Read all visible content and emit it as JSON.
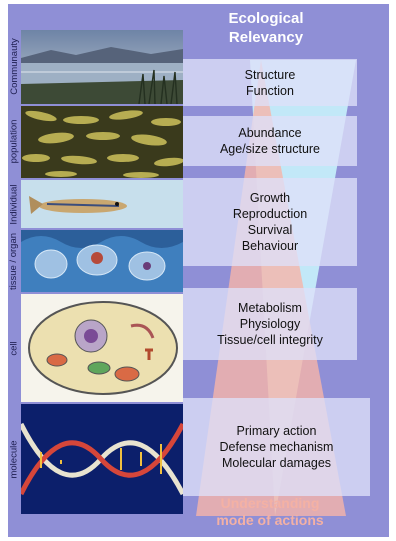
{
  "titles": {
    "top": [
      "Ecological",
      "Relevancy"
    ],
    "bottom": [
      "Understanding",
      "mode of actions"
    ]
  },
  "levels": [
    {
      "label": "Communauty",
      "items": [
        "Structure",
        "Function"
      ]
    },
    {
      "label": "population",
      "items": [
        "Abundance",
        "Age/size structure"
      ]
    },
    {
      "label": "Individual",
      "items": [
        "Growth",
        "Reproduction",
        "Survival",
        "Behaviour"
      ]
    },
    {
      "label": "tissue / organ"
    },
    {
      "label": "cell",
      "items": [
        "Metabolism",
        "Physiology",
        "Tissue/cell integrity"
      ]
    },
    {
      "label": "molecule",
      "items": [
        "Primary action",
        "Defense mechanism",
        "Molecular damages"
      ]
    }
  ],
  "colors": {
    "background": "#8f8fd6",
    "box": "#dee0f8",
    "relevancy_arrow": "#c7f0fb",
    "mode_arrow": "#f6b4a9",
    "title_top": "#ffffff",
    "title_bottom": "#f4b1a4"
  }
}
